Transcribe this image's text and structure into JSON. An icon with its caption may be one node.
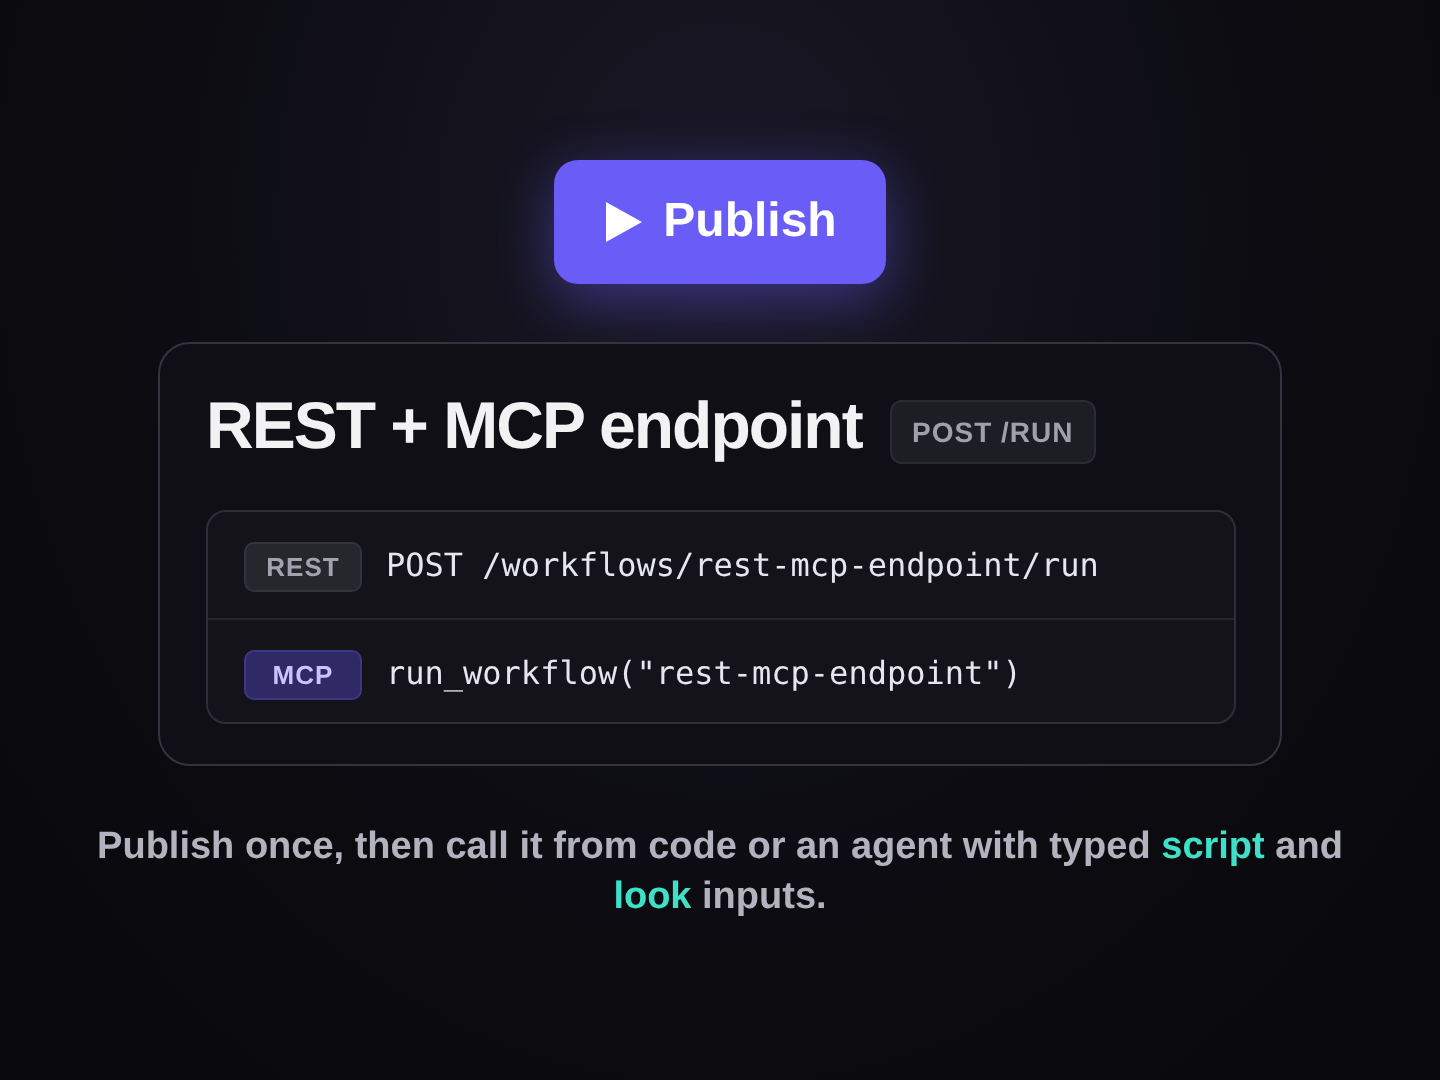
{
  "diagram": {
    "caption": "Publish once, then call it from code or an agent with typed **script** and **look** inputs.",
    "nodes": [
      {
        "text": [
          "Publish"
        ]
      },
      {
        "text": [
          "REST + MCP endpoint",
          "POST /RUN"
        ]
      },
      {
        "text": [],
        "shape": "box",
        "in": 1
      },
      {
        "text": [
          "REST",
          "POST /workflows/rest-mcp-endpoint/run"
        ],
        "in": 2
      },
      {
        "text": [
          "MCP",
          "run_workflow(\"rest-mcp-endpoint\")"
        ],
        "in": 2
      }
    ]
  }
}
